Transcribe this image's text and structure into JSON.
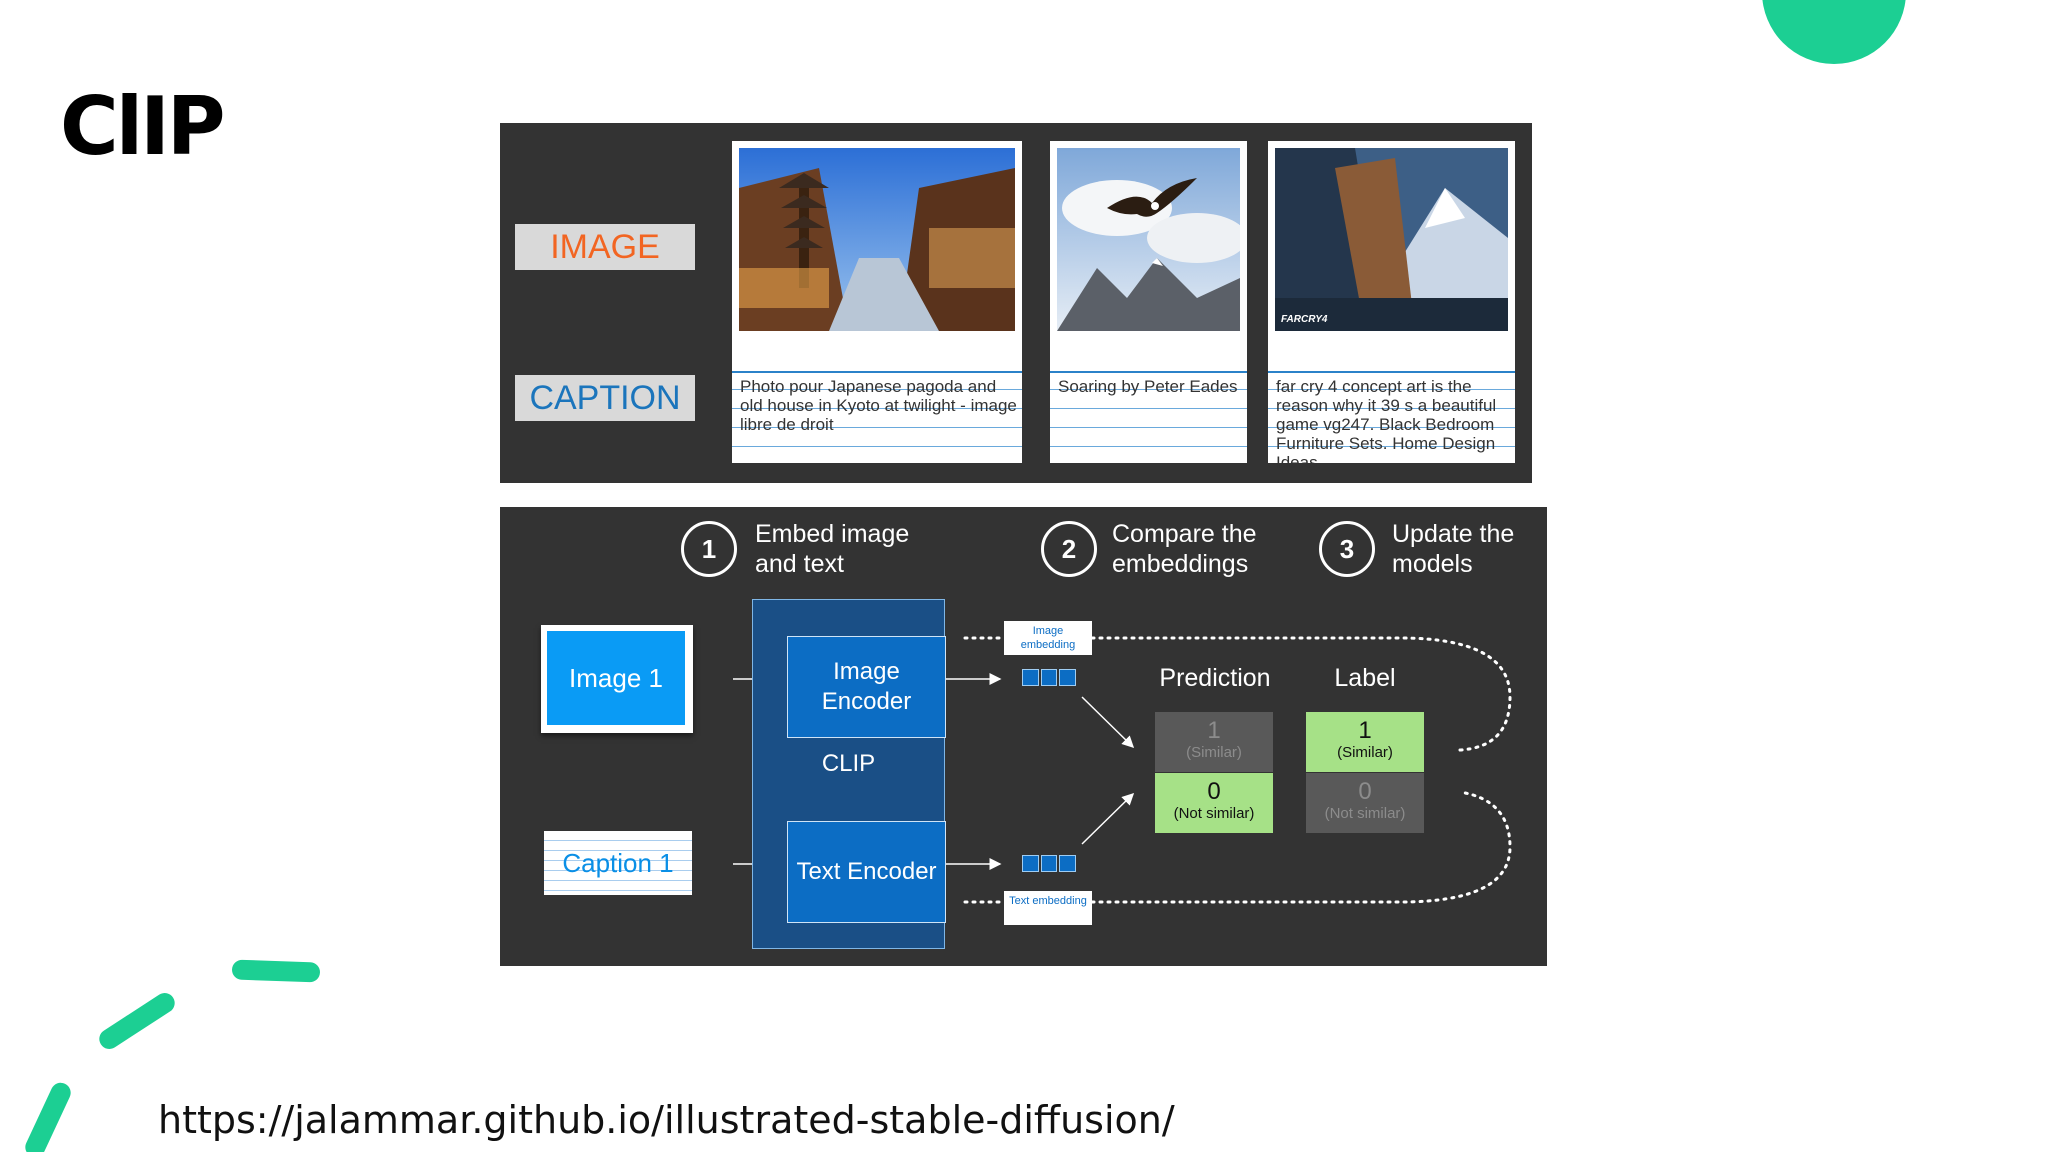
{
  "slide": {
    "title": "ClIP",
    "source_url": "https://jalammar.github.io/illustrated-stable-diffusion/"
  },
  "dataset_panel": {
    "image_tag": "IMAGE",
    "caption_tag": "CAPTION",
    "cards": [
      {
        "caption": "Photo pour Japanese pagoda and old house in Kyoto at twilight - image libre de droit"
      },
      {
        "caption": "Soaring by Peter Eades"
      },
      {
        "caption": "far cry 4 concept art is the reason why it 39 s a beautiful game vg247. Black Bedroom Furniture Sets. Home Design Ideas",
        "logo_text": "FARCRY4"
      }
    ]
  },
  "training_panel": {
    "steps": [
      {
        "number": "1",
        "label": "Embed image and text"
      },
      {
        "number": "2",
        "label": "Compare the embeddings"
      },
      {
        "number": "3",
        "label": "Update the models"
      }
    ],
    "inputs": {
      "image": "Image 1",
      "caption": "Caption 1"
    },
    "clip_label": "CLIP",
    "image_encoder": "Image Encoder",
    "text_encoder": "Text Encoder",
    "image_embedding_tag": "Image embedding",
    "text_embedding_tag": "Text embedding",
    "prediction_header": "Prediction",
    "label_header": "Label",
    "prediction": [
      {
        "value": "1",
        "desc": "(Similar)"
      },
      {
        "value": "0",
        "desc": "(Not similar)"
      }
    ],
    "label": [
      {
        "value": "1",
        "desc": "(Similar)"
      },
      {
        "value": "0",
        "desc": "(Not similar)"
      }
    ]
  },
  "colors": {
    "accent": "#1ccf93",
    "panel_bg": "#333333",
    "image_tag": "#f26522",
    "caption_tag": "#1b75bc",
    "encoder": "#0c6dc4",
    "match_green": "#a6e187"
  }
}
